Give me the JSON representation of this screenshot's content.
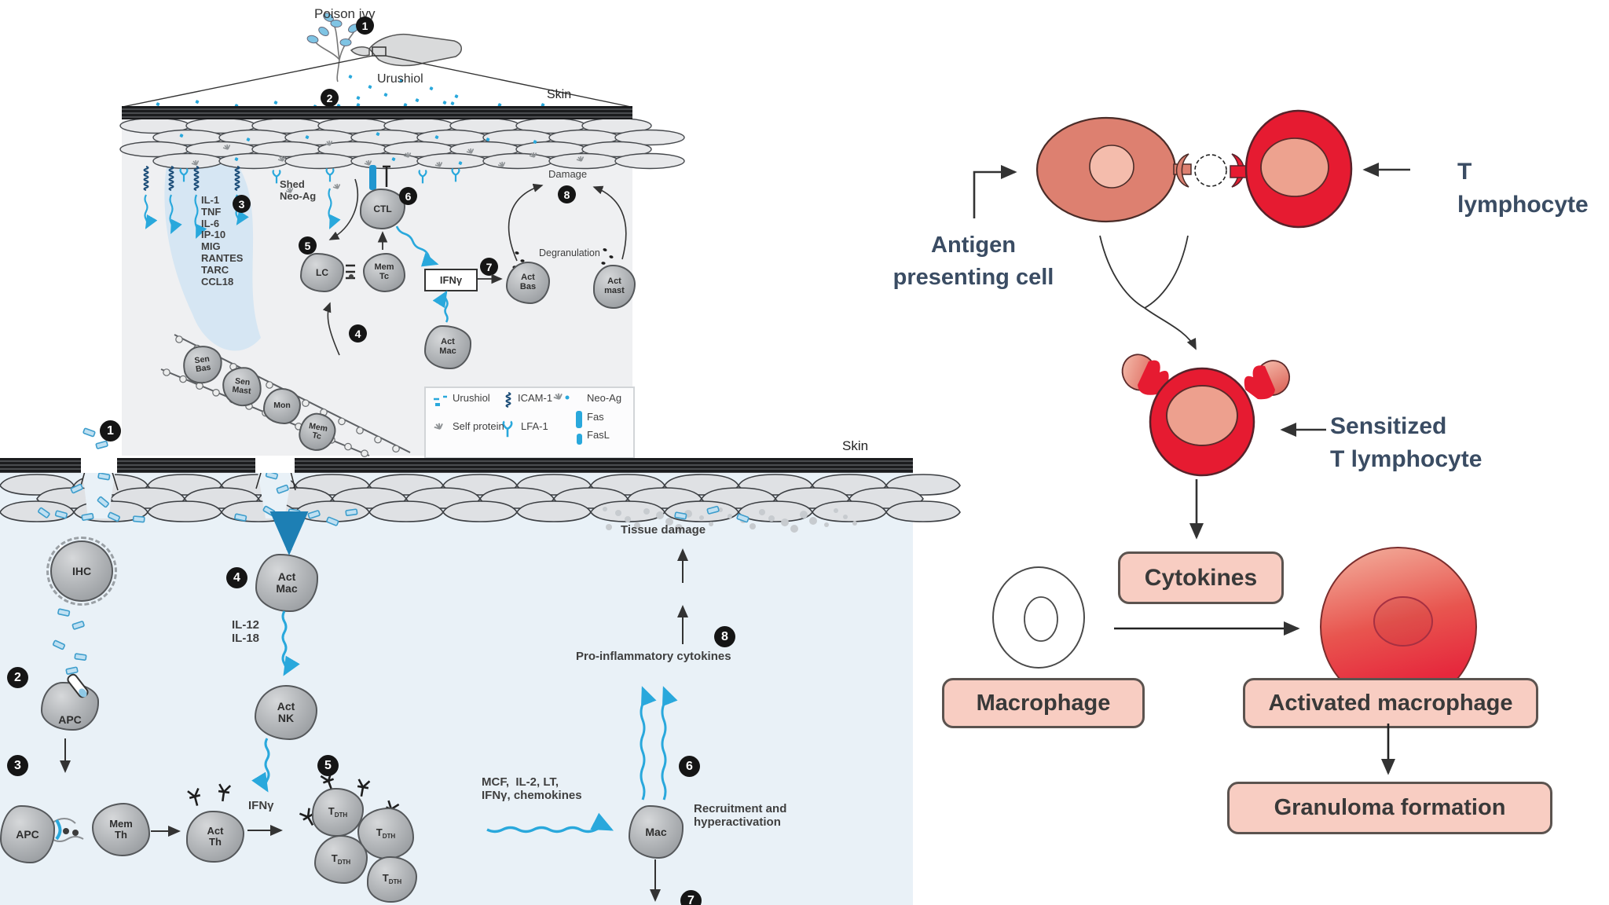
{
  "left_top": {
    "poison_ivy": "Poison ivy",
    "urushiol": "Urushiol",
    "skin": "Skin",
    "steps": [
      "1",
      "2",
      "3",
      "4",
      "5",
      "6",
      "7",
      "8"
    ],
    "cytokines": [
      "IL-1",
      "TNF",
      "IL-6",
      "IP-10",
      "MIG",
      "RANTES",
      "TARC",
      "CCL18"
    ],
    "shed_neoag": "Shed\nNeo-Ag",
    "lc": "LC",
    "mem_tc": "Mem\nTc",
    "ctl": "CTL",
    "ifng": "IFNγ",
    "act_bas": "Act\nBas",
    "act_mast": "Act\nmast",
    "degranulation": "Degranulation",
    "damage": "Damage",
    "act_mac": "Act\nMac",
    "sen_bas": "Sen\nBas",
    "sen_mast": "Sen\nMast",
    "mon": "Mon",
    "mem_tc2": "Mem\nTc",
    "legend": {
      "urushiol": "Urushiol",
      "self_protein": "Self protein",
      "icam1": "ICAM-1",
      "lfa1": "LFA-1",
      "neoag": "Neo-Ag",
      "fas": "Fas",
      "fasl": "FasL"
    }
  },
  "left_bottom": {
    "skin": "Skin",
    "steps": [
      "1",
      "2",
      "3",
      "4",
      "5",
      "6",
      "7",
      "8"
    ],
    "ihc": "IHC",
    "apc": "APC",
    "apc2": "APC",
    "mem_th": "Mem\nTh",
    "act_th": "Act\nTh",
    "act_mac": "Act\nMac",
    "il12_il18": "IL-12\nIL-18",
    "act_nk": "Act\nNK",
    "ifng": "IFNγ",
    "tdth": {
      "t": "T",
      "sub": "DTH"
    },
    "mediators": "MCF,  IL-2, LT,\nIFNγ, chemokines",
    "mac": "Mac",
    "recruitment": "Recruitment and\nhyperactivation",
    "pro_inflammatory": "Pro-inflammatory cytokines",
    "tissue_damage": "Tissue damage"
  },
  "right_figure": {
    "t_lymphocyte": "T lymphocyte",
    "antigen_presenting_cell": "Antigen\npresenting cell",
    "sensitized": "Sensitized\nT lymphocyte",
    "cytokines": "Cytokines",
    "macrophage": "Macrophage",
    "activated_macrophage": "Activated macrophage",
    "granuloma": "Granuloma formation"
  },
  "colors": {
    "blue": "#29a8dc",
    "dark_blue": "#1d7fb4",
    "crimson": "#e61b31",
    "salmon": "#dd8070",
    "salmon_light": "#f4bcac",
    "pink_box": "#f8cdc2",
    "slate_text": "#3a4c63"
  }
}
